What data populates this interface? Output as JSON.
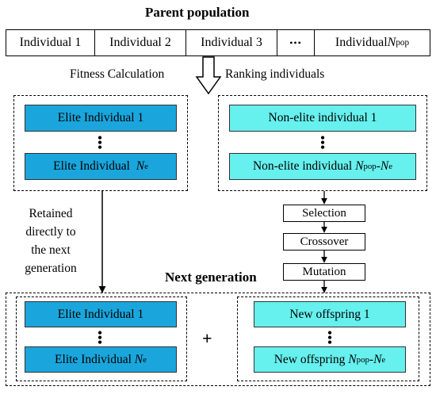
{
  "parent_title": "Parent population",
  "population_bar": {
    "cells": [
      "Individual 1",
      "Individual 2",
      "Individual 3",
      "•••"
    ],
    "last_cell": {
      "main": "Individual ",
      "var": "N",
      "sub": "pop"
    }
  },
  "fitness_label": "Fitness Calculation",
  "ranking_label": "Ranking individuals",
  "elite_group": {
    "first": "Elite Individual 1",
    "last": {
      "main": "Elite Individual  ",
      "var": "N",
      "sub": "e"
    }
  },
  "nonelite_group": {
    "first": "Non-elite individual 1",
    "last": {
      "main": "Non-elite individual ",
      "var1": "N",
      "sub1": "pop",
      "dash": "-",
      "var2": "N",
      "sub2": "e"
    }
  },
  "retained_label": [
    "Retained",
    "directly to",
    "the next",
    "generation"
  ],
  "steps": [
    "Selection",
    "Crossover",
    "Mutation"
  ],
  "next_title": "Next generation",
  "next_elite": {
    "first": "Elite Individual 1",
    "last": {
      "main": "Elite Individual ",
      "var": "N",
      "sub": "e"
    }
  },
  "plus": "+",
  "offspring": {
    "first": "New offspring 1",
    "last": {
      "main": "New offspring ",
      "var1": "N",
      "sub1": "pop",
      "dash": "-",
      "var2": "N",
      "sub2": "e"
    }
  },
  "dots": "•\n•\n•",
  "colors": {
    "elite": "#1aa6dc",
    "nonelite": "#66f0ee"
  }
}
